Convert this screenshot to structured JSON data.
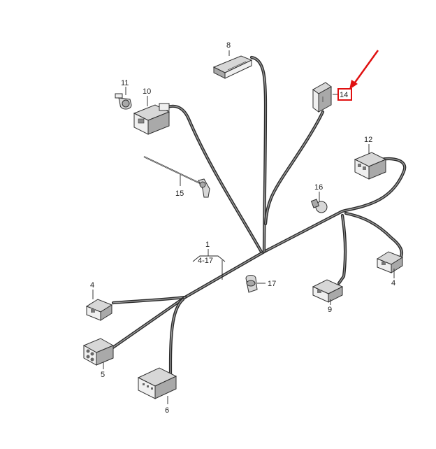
{
  "diagram": {
    "callouts": {
      "main_harness": "1",
      "main_harness_range": "4-17",
      "connector_left": "4",
      "connector_right": "4",
      "connector_5": "5",
      "connector_6": "6",
      "connector_8": "8",
      "connector_9": "9",
      "connector_10": "10",
      "sensor_11": "11",
      "connector_12": "12",
      "connector_14": "14",
      "cable_tie_15": "15",
      "clip_16": "16",
      "holder_17": "17"
    },
    "highlight": {
      "target": "14",
      "color": "#e01010"
    },
    "colors": {
      "wire": "#2b2b2b",
      "part_fill": "#d7d7d7"
    }
  }
}
